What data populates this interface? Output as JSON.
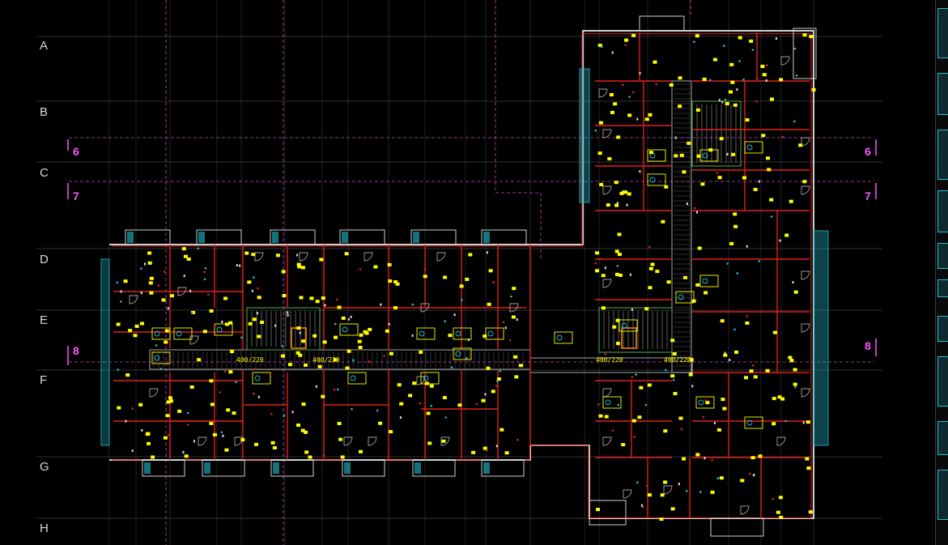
{
  "window": {
    "title": ""
  },
  "grid_rows": [
    {
      "label": "A"
    },
    {
      "label": "B"
    },
    {
      "label": "C"
    },
    {
      "label": "D"
    },
    {
      "label": "E"
    },
    {
      "label": "F"
    },
    {
      "label": "G"
    },
    {
      "label": "H"
    }
  ],
  "section_marks": [
    {
      "label": "6"
    },
    {
      "label": "7"
    },
    {
      "label": "8"
    }
  ],
  "corridor_dims": [
    {
      "text": "400/220"
    },
    {
      "text": "400/220"
    },
    {
      "text": "400/220"
    },
    {
      "text": "400/220"
    }
  ],
  "colors": {
    "background": "#000000",
    "grid": "#8a8a8a",
    "wall": "#e0201c",
    "section": "#ff55ff",
    "tag": "#ffff00",
    "fixture": "#1fbfcf",
    "outline": "#d0d0d0"
  }
}
